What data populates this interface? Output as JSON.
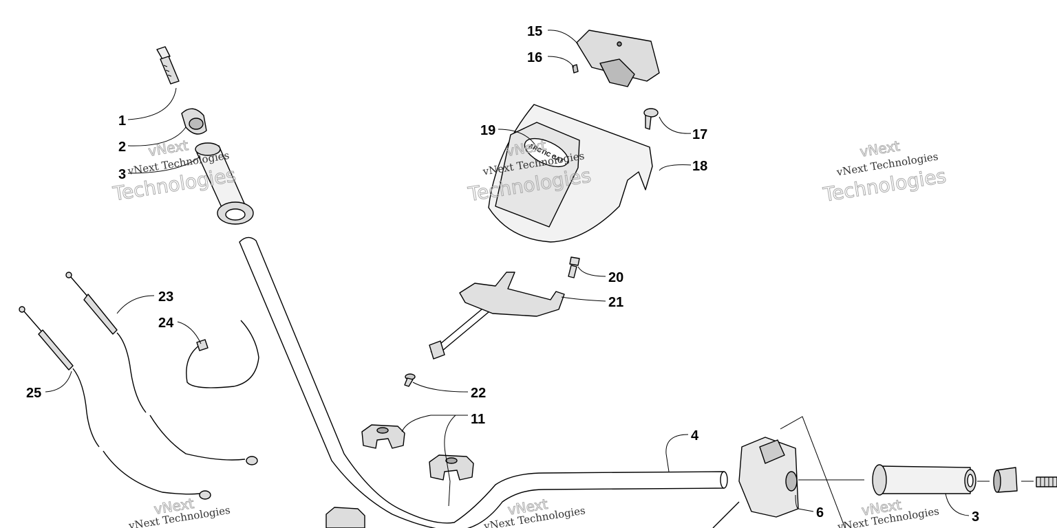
{
  "diagram": {
    "callouts": [
      "1",
      "2",
      "3",
      "4",
      "6",
      "3",
      "11",
      "15",
      "16",
      "17",
      "18",
      "19",
      "20",
      "21",
      "22",
      "23",
      "24",
      "25"
    ],
    "watermark": {
      "brand_top": "vNext",
      "brand_line": "vNext Technologies",
      "brand_outline": "Technologies"
    },
    "decal_text": "ARCTIC CAT"
  }
}
